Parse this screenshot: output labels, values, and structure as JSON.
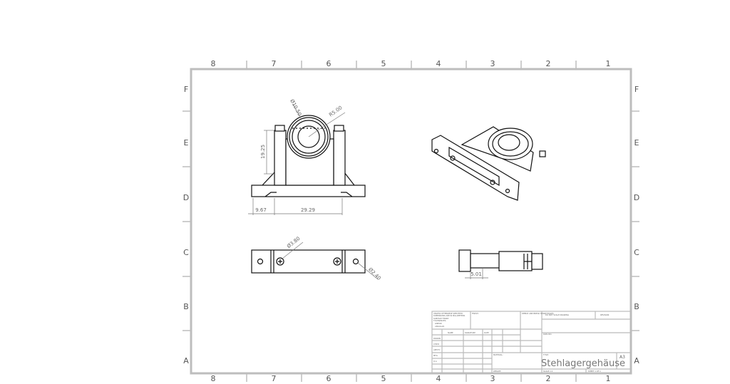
{
  "sheet": {
    "columns_top": [
      "8",
      "7",
      "6",
      "5",
      "4",
      "3",
      "2",
      "1"
    ],
    "rows": [
      "F",
      "E",
      "D",
      "C",
      "B",
      "A"
    ]
  },
  "dimensions": {
    "bore_diameter": "Ø10.50",
    "outer_radius": "R5.00",
    "height": "19.25",
    "left_offset": "9.67",
    "hole_spacing": "29.29",
    "screw_diameter": "Ø3.80",
    "hole_diameter": "Ø2.40",
    "side_offset": "5.01"
  },
  "title_block": {
    "unless_specified": "UNLESS OTHERWISE SPECIFIED:",
    "dimensions_mm": "DIMENSIONS ARE IN MILLIMETERS",
    "surface_finish": "SURFACE FINISH:",
    "tolerances": "TOLERANCES:",
    "linear": "LINEAR:",
    "angular": "ANGULAR:",
    "finish": "FINISH:",
    "debur": "DEBUR AND BREAK SHARP EDGES",
    "do_not_scale": "DO NOT SCALE DRAWING",
    "revision": "REVISION",
    "name": "NAME",
    "signature": "SIGNATURE",
    "date": "DATE",
    "drawn": "DRAWN",
    "chkd": "CHK'D",
    "appvd": "APPV'D",
    "mfg": "MFG",
    "qa": "Q.A",
    "material": "MATERIAL:",
    "weight": "WEIGHT:",
    "title_label": "TITLE:",
    "title": "Stehlagergehäuse",
    "dwg_no": "DWG NO.",
    "size": "A3",
    "scale": "SCALE:1:1",
    "sheet": "SHEET 1 OF 1"
  }
}
